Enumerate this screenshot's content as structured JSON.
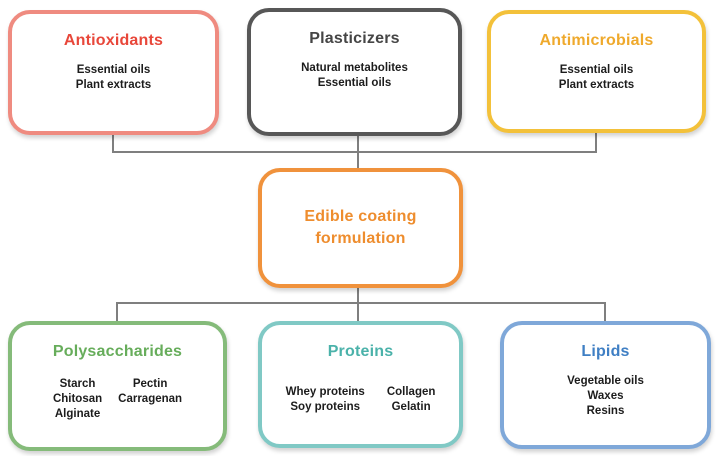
{
  "connector_color": "#7f7f7f",
  "center_box": {
    "title_line1": "Edible coating",
    "title_line2": "formulation",
    "border_color": "#f0923c",
    "title_color": "#ee8d2e"
  },
  "top_boxes": [
    {
      "title": "Antioxidants",
      "lines": [
        "Essential oils",
        "Plant extracts"
      ],
      "border_color": "#ef8b80",
      "title_color": "#e8473a"
    },
    {
      "title": "Plasticizers",
      "lines": [
        "Natural metabolites",
        "Essential oils"
      ],
      "border_color": "#575757",
      "title_color": "#454545"
    },
    {
      "title": "Antimicrobials",
      "lines": [
        "Essential oils",
        "Plant extracts"
      ],
      "border_color": "#f3c13a",
      "title_color": "#efa92c"
    }
  ],
  "bottom_boxes": [
    {
      "title": "Polysaccharides",
      "border_color": "#85bb7a",
      "title_color": "#67ad5b",
      "col1": [
        "Starch",
        "Chitosan",
        "Alginate"
      ],
      "col2": [
        "Pectin",
        "Carragenan"
      ]
    },
    {
      "title": "Proteins",
      "border_color": "#80c9c5",
      "title_color": "#4bb2aa",
      "col1": [
        "Whey proteins",
        "Soy proteins"
      ],
      "col2": [
        "Collagen",
        "Gelatin"
      ]
    },
    {
      "title": "Lipids",
      "border_color": "#7fa8d9",
      "title_color": "#3f7fc4",
      "lines": [
        "Vegetable oils",
        "Waxes",
        "Resins"
      ]
    }
  ]
}
